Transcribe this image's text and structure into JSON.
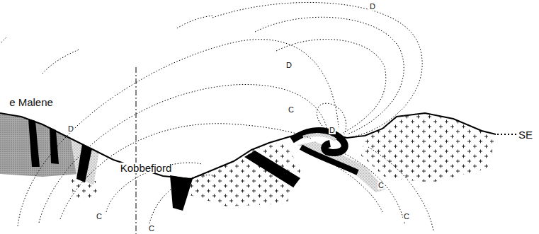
{
  "diagram": {
    "labels": [
      "D",
      "D",
      "C",
      "D",
      "e Malene",
      "D",
      "Kobbefjord",
      "SE",
      "C",
      "C",
      "C",
      "C"
    ]
  }
}
